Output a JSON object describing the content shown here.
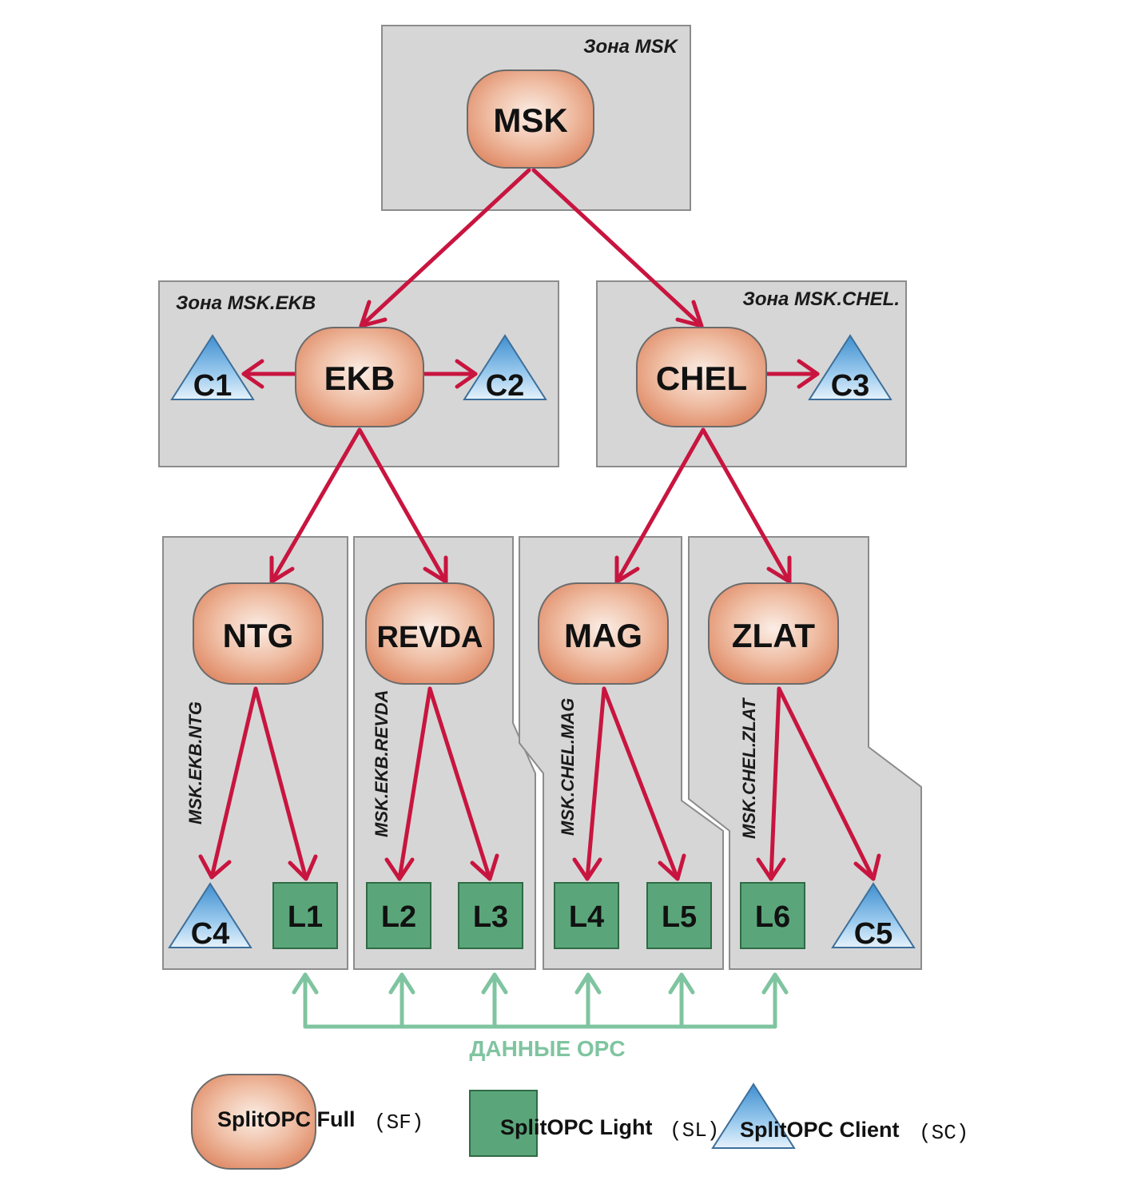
{
  "zones": {
    "msk": "Зона MSK",
    "ekb": "Зона MSK.EKB",
    "chel": "Зона MSK.CHEL.",
    "ntg": "MSK.EKB.NTG",
    "revda": "MSK.EKB.REVDA",
    "mag": "MSK.CHEL.MAG",
    "zlat": "MSK.CHEL.ZLAT"
  },
  "nodes": {
    "msk": "MSK",
    "ekb": "EKB",
    "chel": "CHEL",
    "ntg": "NTG",
    "revda": "REVDA",
    "mag": "MAG",
    "zlat": "ZLAT"
  },
  "clients": {
    "c1": "C1",
    "c2": "C2",
    "c3": "C3",
    "c4": "C4",
    "c5": "C5"
  },
  "lights": {
    "l1": "L1",
    "l2": "L2",
    "l3": "L3",
    "l4": "L4",
    "l5": "L5",
    "l6": "L6"
  },
  "data_label": "ДАННЫЕ OPC",
  "legend": {
    "full": "SplitOPC Full",
    "full_abbr": "(SF)",
    "light": "SplitOPC Light",
    "light_abbr": "(SL)",
    "client": "SplitOPC Client",
    "client_abbr": "(SC)"
  },
  "colors": {
    "arrow": "#c8153f",
    "data_arrow": "#7fc4a0",
    "zone": "#d6d6d6",
    "full_node": "#e9a98a",
    "light_node": "#5aa67a",
    "client_node": "#8fc3e6"
  }
}
